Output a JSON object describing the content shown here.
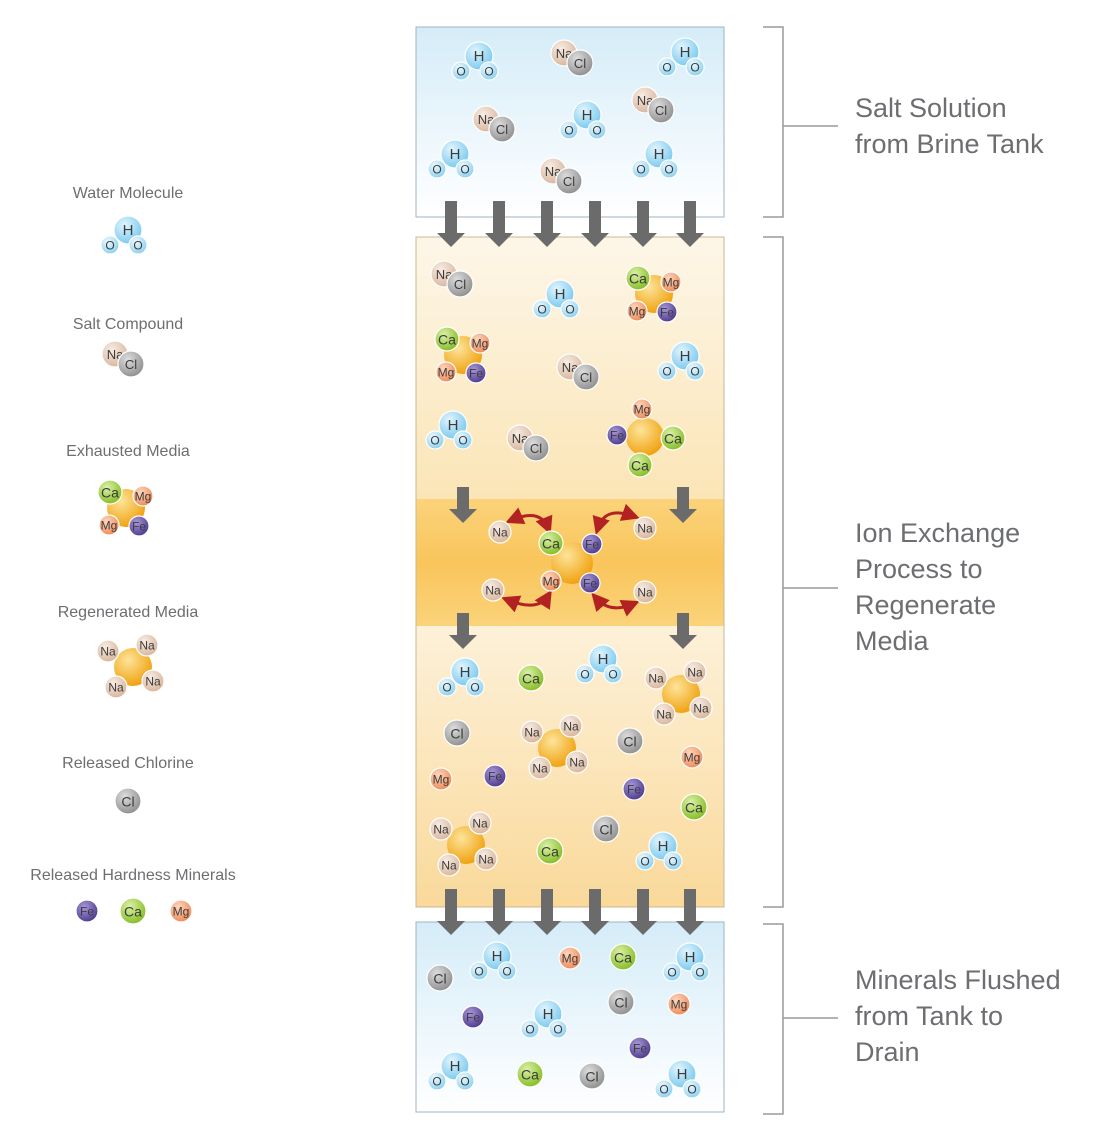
{
  "legend": {
    "water": "Water Molecule",
    "salt": "Salt Compound",
    "exhausted": "Exhausted Media",
    "regenerated": "Regenerated Media",
    "chlorine": "Released Chlorine",
    "minerals": "Released Hardness Minerals"
  },
  "stages": {
    "top": "Salt Solution\nfrom Brine Tank",
    "middle": "Ion Exchange\nProcess to\nRegenerate\nMedia",
    "bottom": "Minerals Flushed\nfrom Tank to\nDrain"
  },
  "symbols": {
    "hydrogen": "H",
    "oxygen": "O",
    "sodium": "Na",
    "chlorine": "Cl",
    "calcium": "Ca",
    "magnesium": "Mg",
    "iron": "Fe"
  },
  "colors": {
    "water_atom": "#8fd3f0",
    "sodium_atom": "#e8cdb8",
    "chlorine_atom": "#a9a9a9",
    "calcium_atom": "#9ccc3c",
    "magnesium_atom": "#f5a37a",
    "iron_atom": "#6a55a3",
    "media_core": "#f8b51e",
    "arrow": "#6b6b6b",
    "exchange_arrow": "#b22222",
    "bracket": "#9a9a9a",
    "label_text": "#6d6e71"
  }
}
